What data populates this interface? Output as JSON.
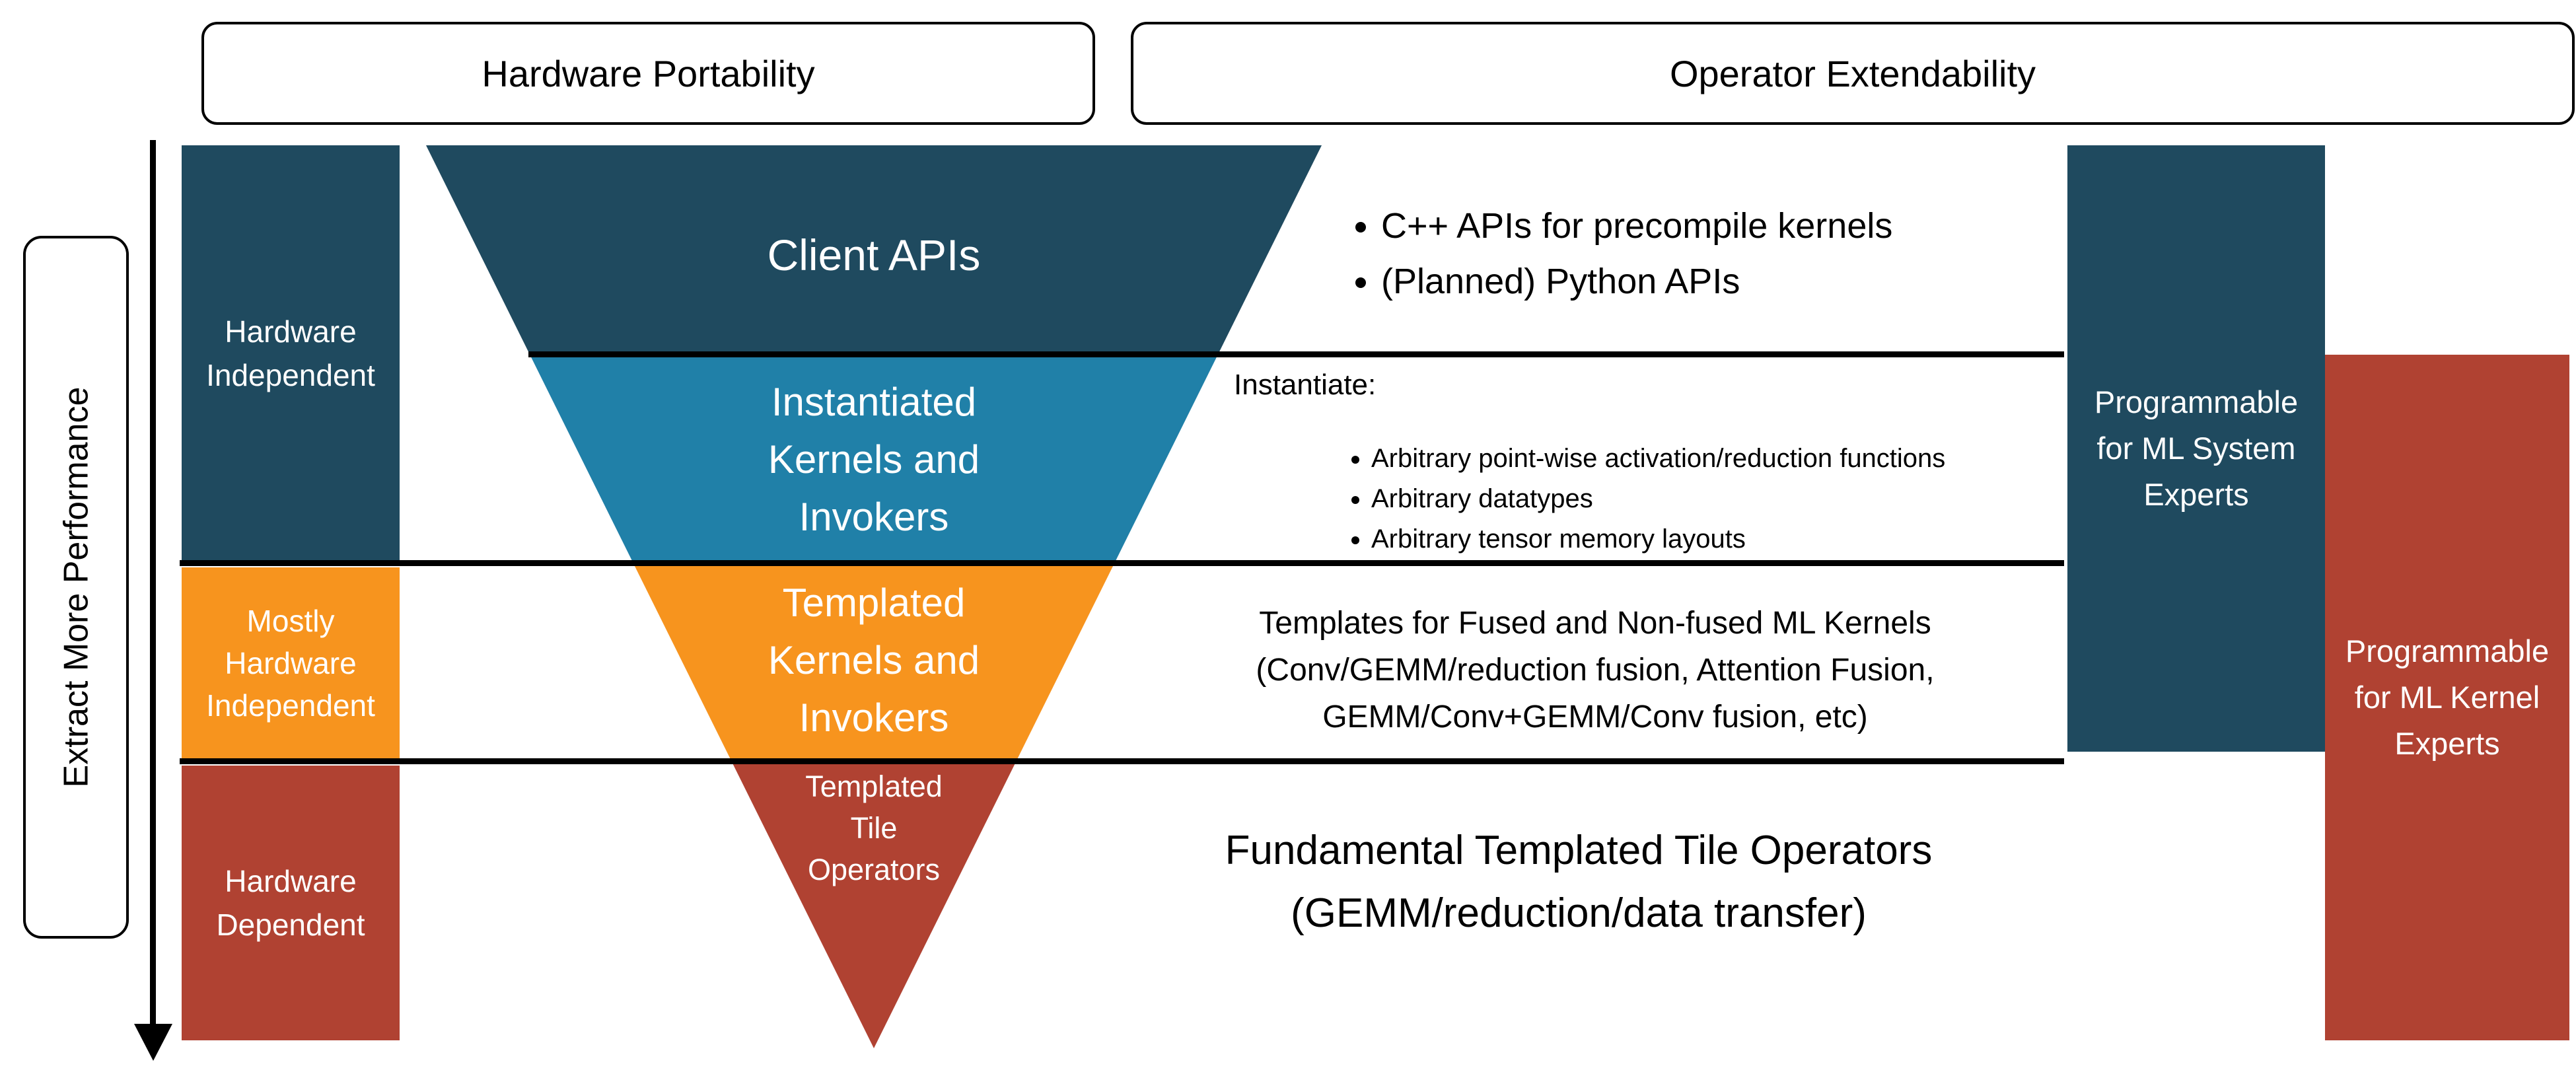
{
  "colors": {
    "navy": "#1F4A5F",
    "teal": "#2080A8",
    "orange": "#F7941E",
    "brick_red": "#B04232",
    "line_black": "#000000"
  },
  "top_headers": {
    "left": "Hardware Portability",
    "right": "Operator Extendability"
  },
  "performance_axis": {
    "label": "Extract More Performance"
  },
  "left_column": {
    "hardware_independent": "Hardware\nIndependent",
    "mostly_hardware_independent": "Mostly\nHardware\nIndependent",
    "hardware_dependent": "Hardware\nDependent"
  },
  "funnel_layers": {
    "client_apis": "Client APIs",
    "instantiated": "Instantiated\nKernels and\nInvokers",
    "templated": "Templated\nKernels and\nInvokers",
    "tile_operators": "Templated\nTile\nOperators"
  },
  "annotations": {
    "client_api_bullets": [
      "C++ APIs for precompile kernels",
      "(Planned) Python APIs"
    ],
    "instantiate_heading": "Instantiate:",
    "instantiate_bullets": [
      "Arbitrary point-wise activation/reduction functions",
      "Arbitrary datatypes",
      "Arbitrary tensor memory layouts"
    ],
    "templates_text": "Templates for Fused and Non-fused ML Kernels\n(Conv/GEMM/reduction fusion, Attention Fusion,\nGEMM/Conv+GEMM/Conv fusion, etc)",
    "fundamental_text": "Fundamental Templated Tile Operators\n(GEMM/reduction/data transfer)"
  },
  "right_column": {
    "ml_system_experts": "Programmable\nfor ML System\nExperts",
    "ml_kernel_experts": "Programmable\nfor ML Kernel\nExperts"
  }
}
